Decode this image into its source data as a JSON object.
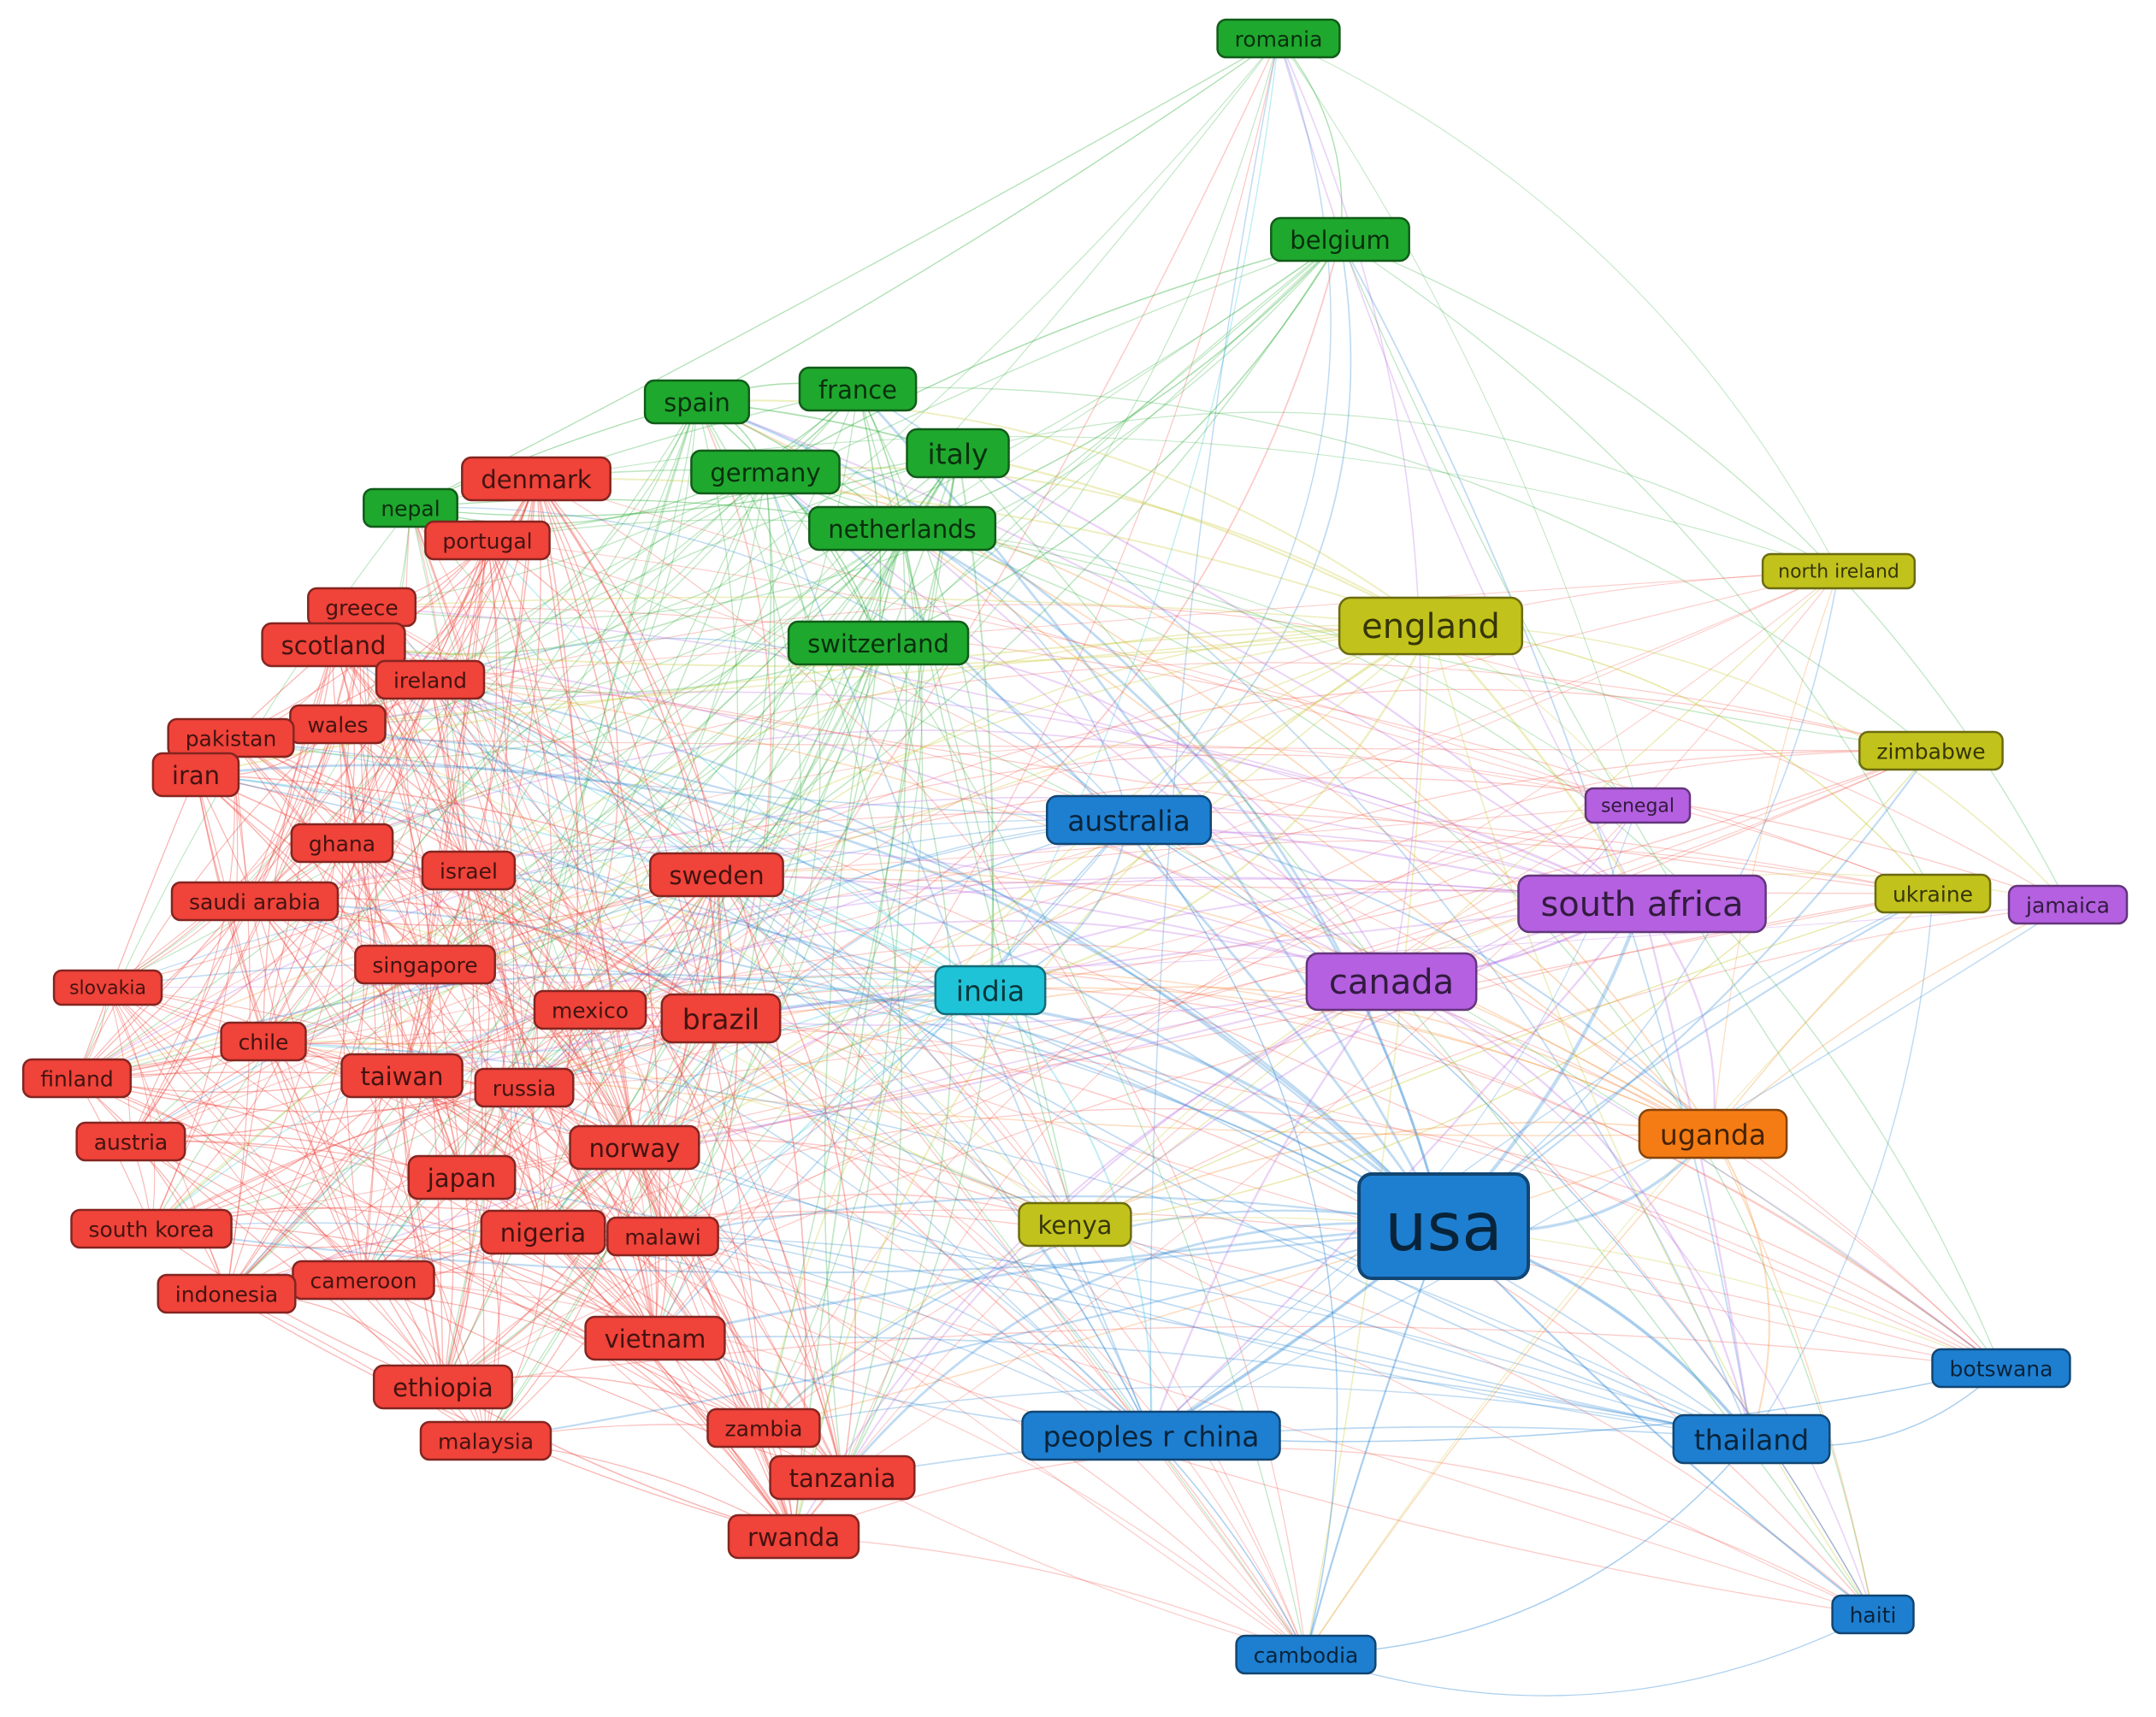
{
  "colors": {
    "red": "#f0433a",
    "green": "#1fa82e",
    "blue": "#1e7fd1",
    "purple": "#b460e0",
    "yellow": "#c2c21d",
    "orange": "#f57c14",
    "cyan": "#1fc3d8"
  },
  "nodes": [
    {
      "id": "romania",
      "label": "romania",
      "cluster": "green",
      "size": "s"
    },
    {
      "id": "belgium",
      "label": "belgium",
      "cluster": "green",
      "size": "m"
    },
    {
      "id": "spain",
      "label": "spain",
      "cluster": "green",
      "size": "m"
    },
    {
      "id": "france",
      "label": "france",
      "cluster": "green",
      "size": "m"
    },
    {
      "id": "italy",
      "label": "italy",
      "cluster": "green",
      "size": "l"
    },
    {
      "id": "germany",
      "label": "germany",
      "cluster": "green",
      "size": "m"
    },
    {
      "id": "netherlands",
      "label": "netherlands",
      "cluster": "green",
      "size": "m"
    },
    {
      "id": "switzerland",
      "label": "switzerland",
      "cluster": "green",
      "size": "m"
    },
    {
      "id": "nepal",
      "label": "nepal",
      "cluster": "green",
      "size": "s"
    },
    {
      "id": "denmark",
      "label": "denmark",
      "cluster": "red",
      "size": "m"
    },
    {
      "id": "portugal",
      "label": "portugal",
      "cluster": "red",
      "size": "s"
    },
    {
      "id": "greece",
      "label": "greece",
      "cluster": "red",
      "size": "s"
    },
    {
      "id": "scotland",
      "label": "scotland",
      "cluster": "red",
      "size": "m"
    },
    {
      "id": "ireland",
      "label": "ireland",
      "cluster": "red",
      "size": "s"
    },
    {
      "id": "wales",
      "label": "wales",
      "cluster": "red",
      "size": "s"
    },
    {
      "id": "pakistan",
      "label": "pakistan",
      "cluster": "red",
      "size": "s"
    },
    {
      "id": "iran",
      "label": "iran",
      "cluster": "red",
      "size": "m"
    },
    {
      "id": "ghana",
      "label": "ghana",
      "cluster": "red",
      "size": "s"
    },
    {
      "id": "israel",
      "label": "israel",
      "cluster": "red",
      "size": "s"
    },
    {
      "id": "sweden",
      "label": "sweden",
      "cluster": "red",
      "size": "m"
    },
    {
      "id": "saudi-arabia",
      "label": "saudi arabia",
      "cluster": "red",
      "size": "s"
    },
    {
      "id": "singapore",
      "label": "singapore",
      "cluster": "red",
      "size": "s"
    },
    {
      "id": "slovakia",
      "label": "slovakia",
      "cluster": "red",
      "size": "xs"
    },
    {
      "id": "mexico",
      "label": "mexico",
      "cluster": "red",
      "size": "s"
    },
    {
      "id": "brazil",
      "label": "brazil",
      "cluster": "red",
      "size": "l"
    },
    {
      "id": "chile",
      "label": "chile",
      "cluster": "red",
      "size": "s"
    },
    {
      "id": "finland",
      "label": "finland",
      "cluster": "red",
      "size": "s"
    },
    {
      "id": "taiwan",
      "label": "taiwan",
      "cluster": "red",
      "size": "m"
    },
    {
      "id": "russia",
      "label": "russia",
      "cluster": "red",
      "size": "s"
    },
    {
      "id": "austria",
      "label": "austria",
      "cluster": "red",
      "size": "s"
    },
    {
      "id": "norway",
      "label": "norway",
      "cluster": "red",
      "size": "m"
    },
    {
      "id": "japan",
      "label": "japan",
      "cluster": "red",
      "size": "m"
    },
    {
      "id": "south-korea",
      "label": "south korea",
      "cluster": "red",
      "size": "s"
    },
    {
      "id": "nigeria",
      "label": "nigeria",
      "cluster": "red",
      "size": "m"
    },
    {
      "id": "malawi",
      "label": "malawi",
      "cluster": "red",
      "size": "s"
    },
    {
      "id": "cameroon",
      "label": "cameroon",
      "cluster": "red",
      "size": "s"
    },
    {
      "id": "indonesia",
      "label": "indonesia",
      "cluster": "red",
      "size": "s"
    },
    {
      "id": "vietnam",
      "label": "vietnam",
      "cluster": "red",
      "size": "m"
    },
    {
      "id": "ethiopia",
      "label": "ethiopia",
      "cluster": "red",
      "size": "m"
    },
    {
      "id": "zambia",
      "label": "zambia",
      "cluster": "red",
      "size": "s"
    },
    {
      "id": "malaysia",
      "label": "malaysia",
      "cluster": "red",
      "size": "s"
    },
    {
      "id": "tanzania",
      "label": "tanzania",
      "cluster": "red",
      "size": "m"
    },
    {
      "id": "rwanda",
      "label": "rwanda",
      "cluster": "red",
      "size": "m"
    },
    {
      "id": "england",
      "label": "england",
      "cluster": "yellow",
      "size": "xl"
    },
    {
      "id": "north-ireland",
      "label": "north ireland",
      "cluster": "yellow",
      "size": "xs"
    },
    {
      "id": "zimbabwe",
      "label": "zimbabwe",
      "cluster": "yellow",
      "size": "s"
    },
    {
      "id": "ukraine",
      "label": "ukraine",
      "cluster": "yellow",
      "size": "s"
    },
    {
      "id": "kenya",
      "label": "kenya",
      "cluster": "yellow",
      "size": "m"
    },
    {
      "id": "senegal",
      "label": "senegal",
      "cluster": "purple",
      "size": "xs"
    },
    {
      "id": "south-africa",
      "label": "south africa",
      "cluster": "purple",
      "size": "xl"
    },
    {
      "id": "jamaica",
      "label": "jamaica",
      "cluster": "purple",
      "size": "s"
    },
    {
      "id": "canada",
      "label": "canada",
      "cluster": "purple",
      "size": "xl"
    },
    {
      "id": "australia",
      "label": "australia",
      "cluster": "blue",
      "size": "l"
    },
    {
      "id": "india",
      "label": "india",
      "cluster": "cyan",
      "size": "l"
    },
    {
      "id": "uganda",
      "label": "uganda",
      "cluster": "orange",
      "size": "l"
    },
    {
      "id": "usa",
      "label": "usa",
      "cluster": "blue",
      "size": "xxl"
    },
    {
      "id": "botswana",
      "label": "botswana",
      "cluster": "blue",
      "size": "s"
    },
    {
      "id": "peoples-r-china",
      "label": "peoples r china",
      "cluster": "blue",
      "size": "l"
    },
    {
      "id": "thailand",
      "label": "thailand",
      "cluster": "blue",
      "size": "l"
    },
    {
      "id": "haiti",
      "label": "haiti",
      "cluster": "blue",
      "size": "s"
    },
    {
      "id": "cambodia",
      "label": "cambodia",
      "cluster": "blue",
      "size": "s"
    }
  ]
}
